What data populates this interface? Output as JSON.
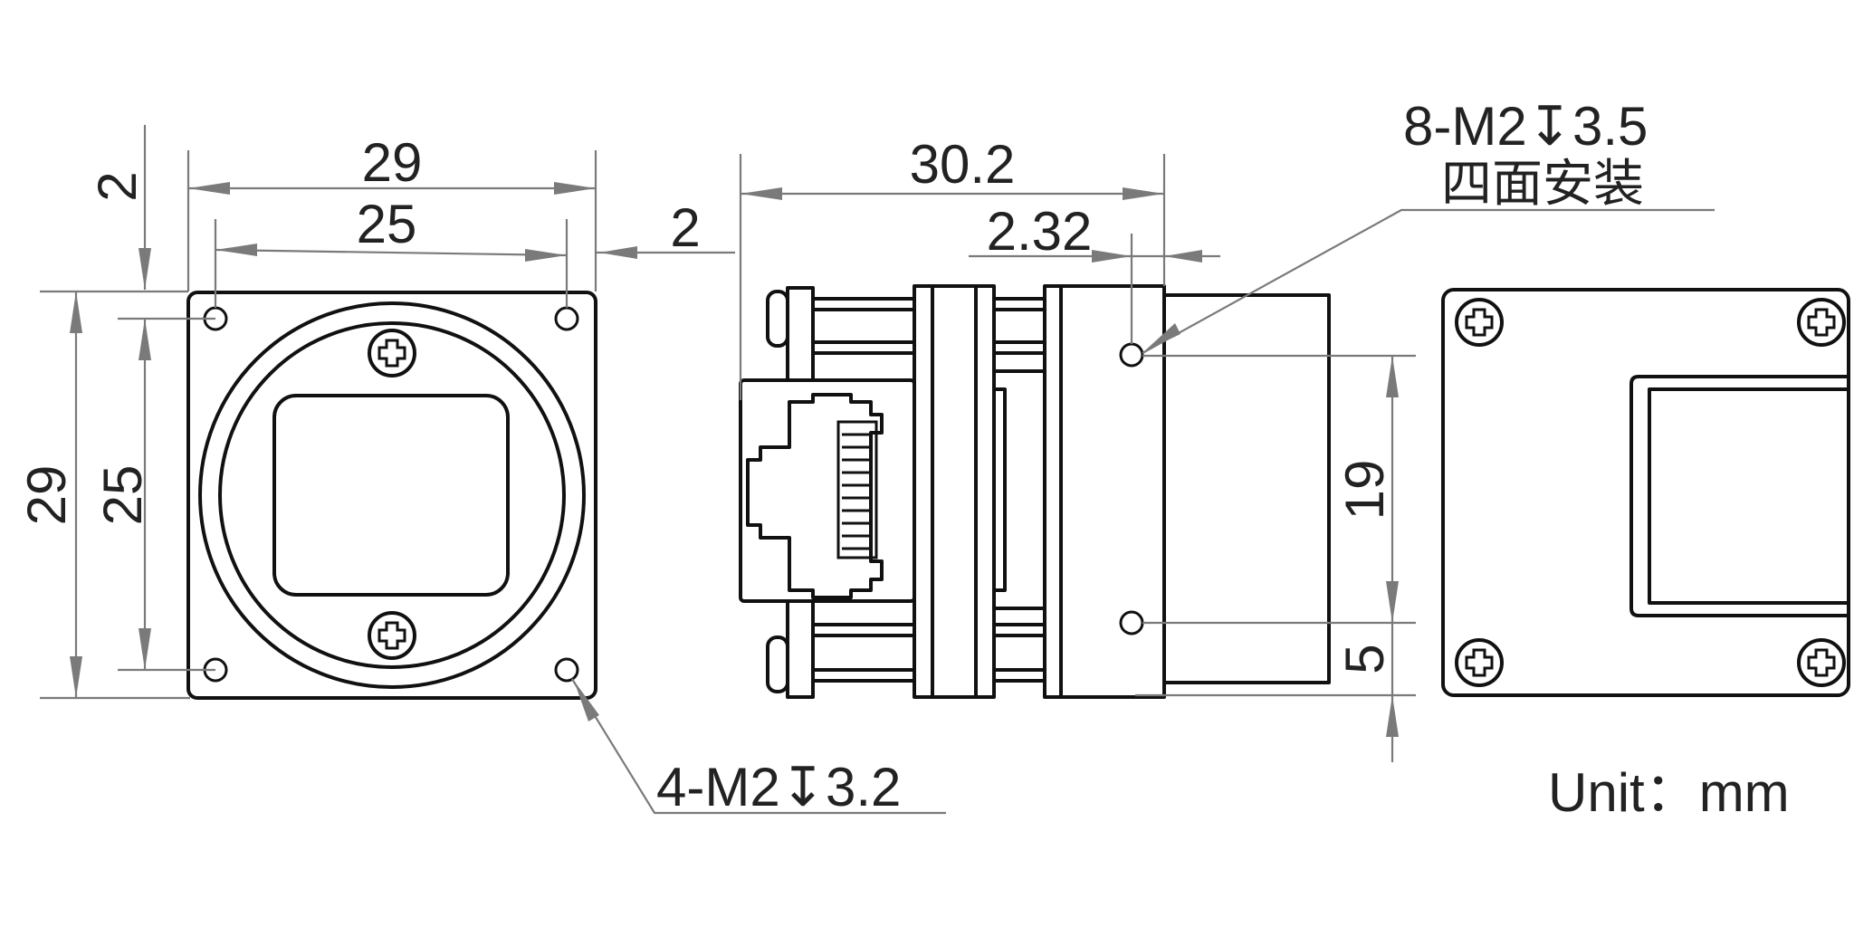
{
  "dimensions": {
    "front_width_outer": "29",
    "front_width_holes": "25",
    "front_top_offset": "2",
    "front_height_outer": "29",
    "front_height_holes": "25",
    "side_flange_offset": "2",
    "side_length": "30.2",
    "side_hole_offset": "2.32",
    "side_hole_spacing": "19",
    "side_hole_edge": "5"
  },
  "callouts": {
    "front_holes": "4-M2↧3.2",
    "side_holes": "8-M2↧3.5",
    "side_holes_note": "四面安装"
  },
  "units": "Unit：mm",
  "colors": {
    "outline": "#111111",
    "dimension": "#7a7a7a",
    "text": "#222222"
  }
}
